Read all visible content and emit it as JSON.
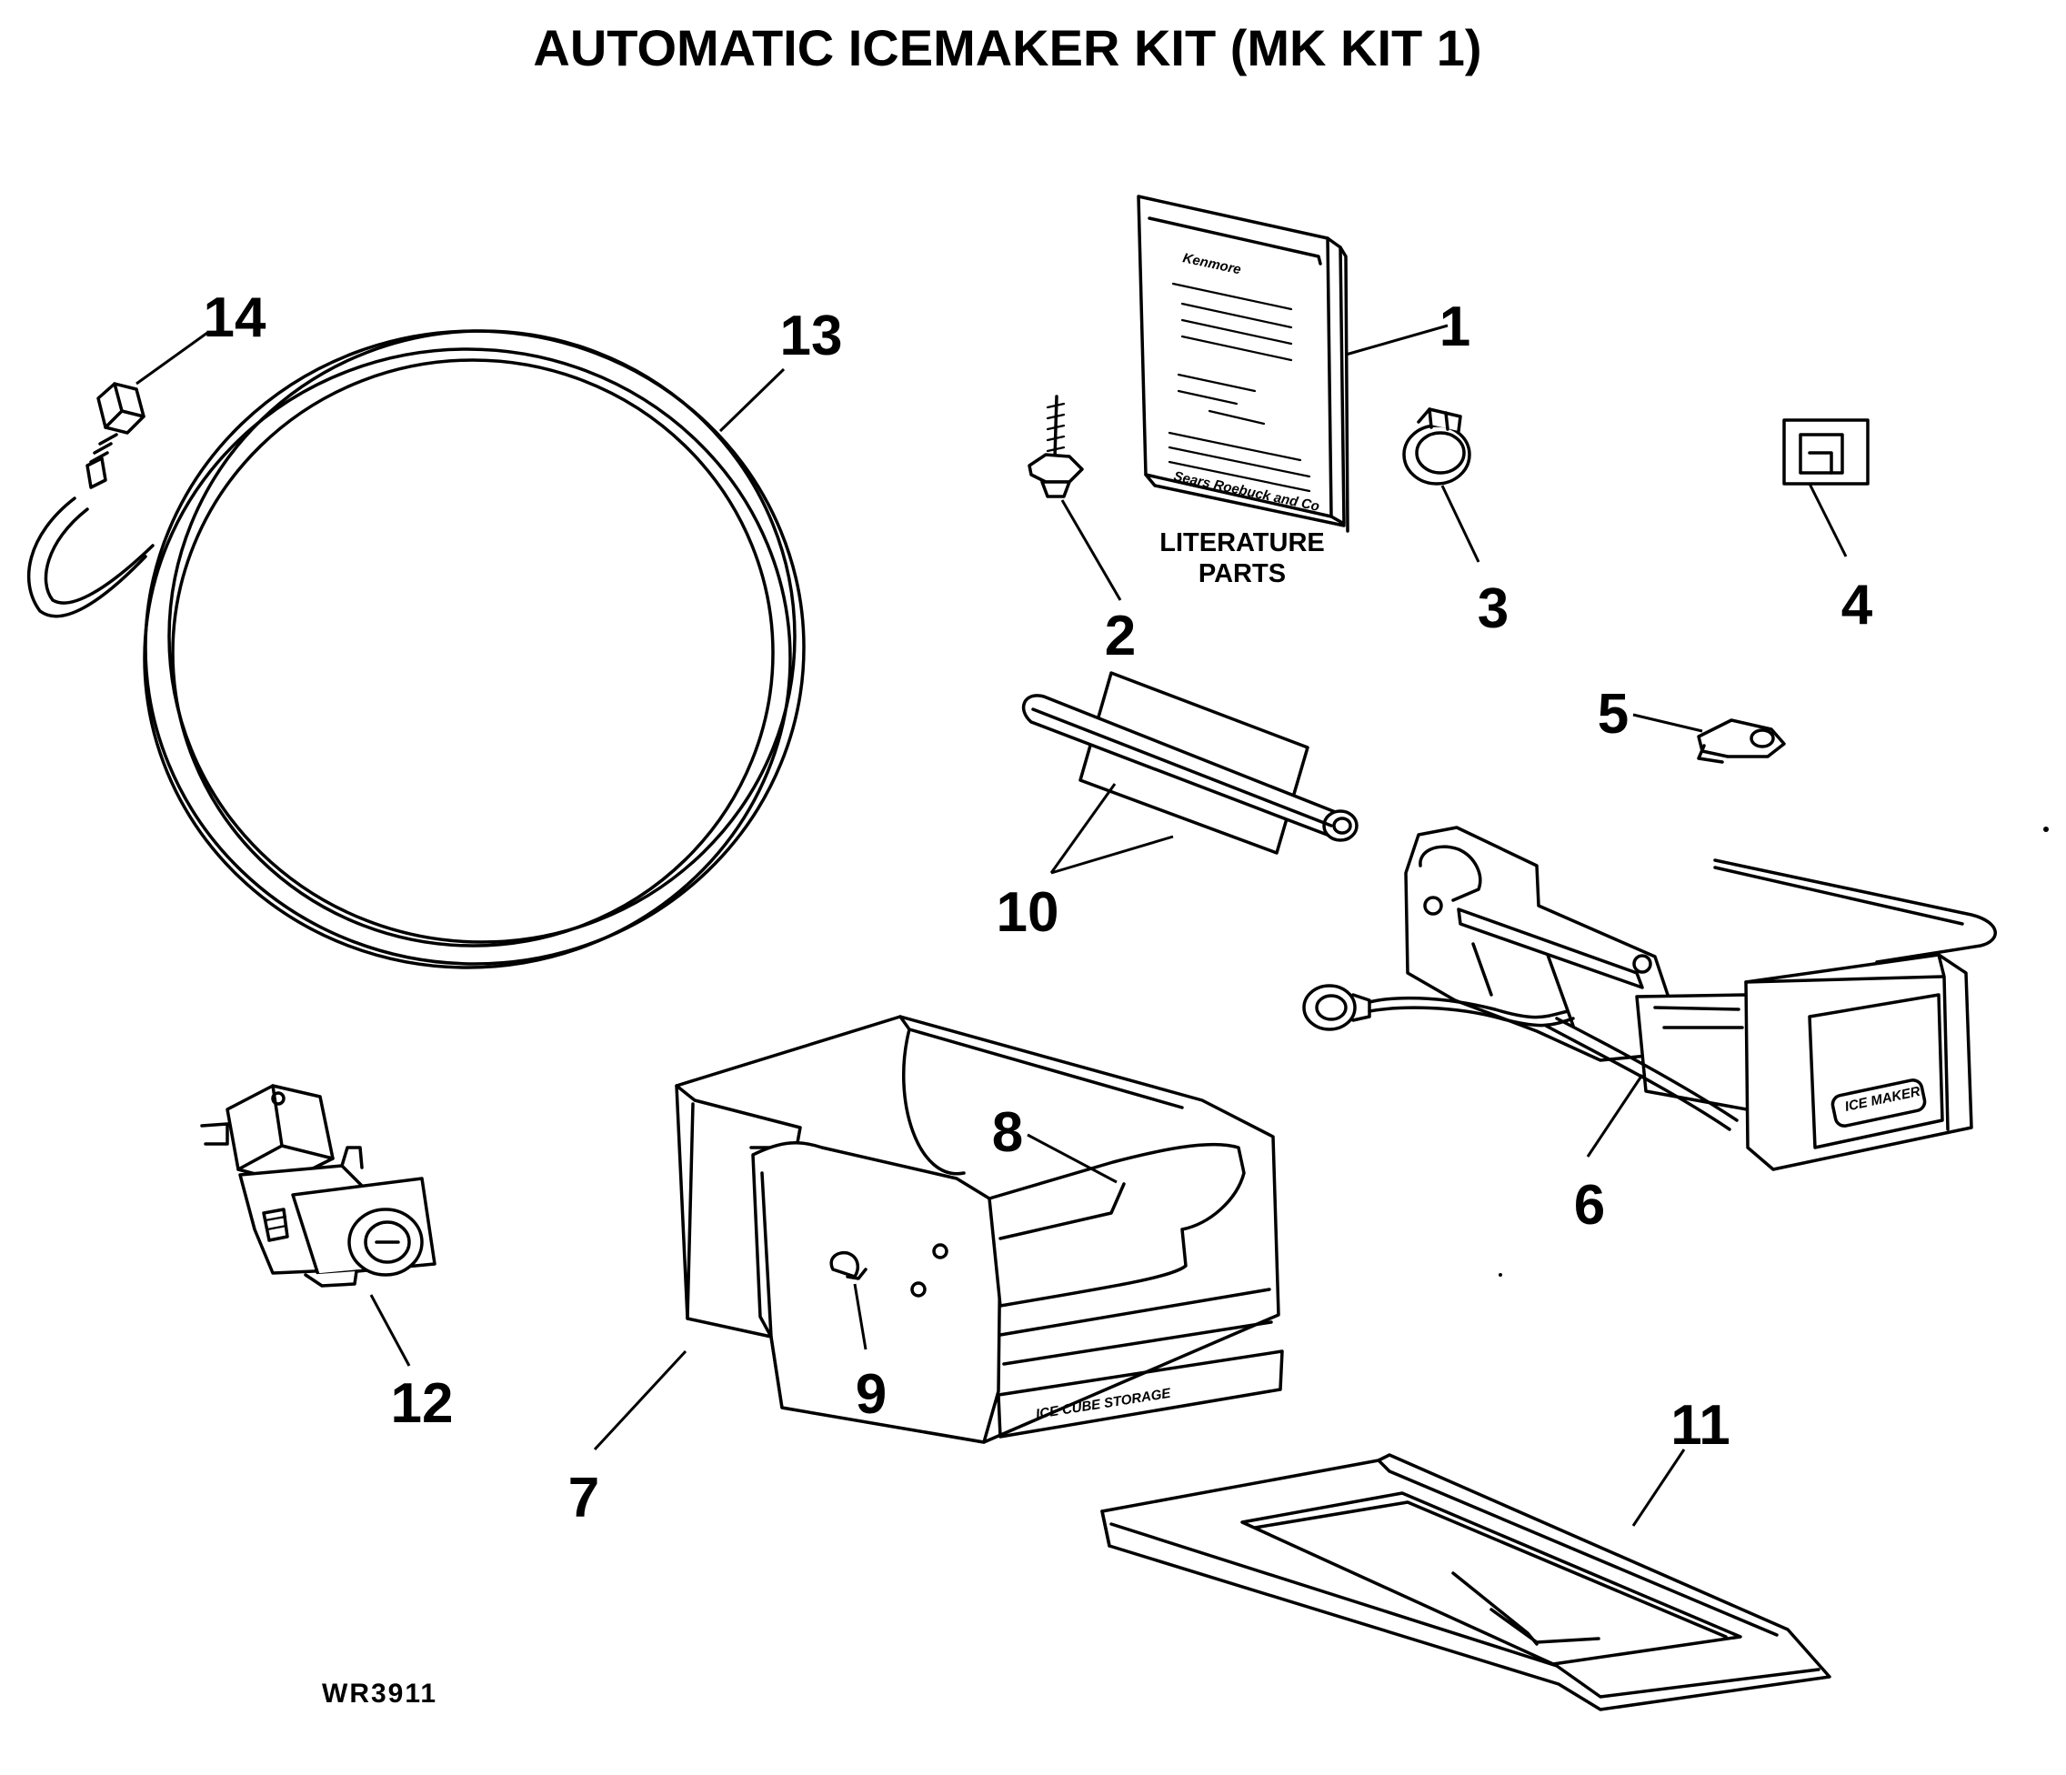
{
  "title": "AUTOMATIC ICEMAKER KIT (MK KIT 1)",
  "literature": {
    "line1": "LITERATURE",
    "line2": "PARTS"
  },
  "drawing_number": "WR3911",
  "callouts": {
    "c1": "1",
    "c2": "2",
    "c3": "3",
    "c4": "4",
    "c5": "5",
    "c6": "6",
    "c7": "7",
    "c8": "8",
    "c9": "9",
    "c10": "10",
    "c11": "11",
    "c12": "12",
    "c13": "13",
    "c14": "14"
  },
  "part_labels": {
    "bin_label": "ICE CUBE STORAGE",
    "icemaker_label": "ICE MAKER"
  },
  "manual_text": {
    "brand": "Kenmore",
    "publisher": "Sears Roebuck and Co"
  }
}
